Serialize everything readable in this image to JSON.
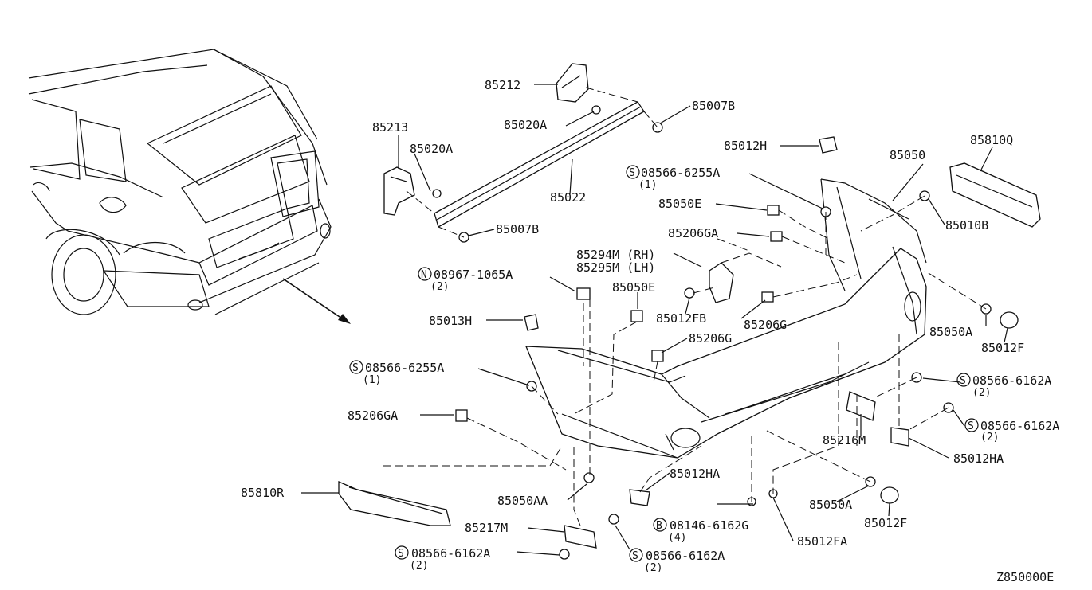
{
  "diagram_id": "Z850000E",
  "callouts": {
    "c85212": {
      "code": "85212"
    },
    "c85213": {
      "code": "85213"
    },
    "c85020A_top": {
      "code": "85020A"
    },
    "c85020A_left": {
      "code": "85020A"
    },
    "c85007B_top": {
      "code": "85007B"
    },
    "c85007B_bottom": {
      "code": "85007B"
    },
    "c85022": {
      "code": "85022"
    },
    "c85012H": {
      "code": "85012H"
    },
    "c85050": {
      "code": "85050"
    },
    "c85810Q": {
      "code": "85810Q"
    },
    "c08566_6255A_top": {
      "code": "08566-6255A",
      "prefix": "S",
      "qty": "(1)"
    },
    "c85050E_top": {
      "code": "85050E"
    },
    "c85206GA_top": {
      "code": "85206GA"
    },
    "c85010B": {
      "code": "85010B"
    },
    "c85294M": {
      "code": "85294M (RH)"
    },
    "c85295M": {
      "code": "85295M (LH)"
    },
    "c08967_1065A": {
      "code": "08967-1065A",
      "prefix": "N",
      "qty": "(2)"
    },
    "c85050E_mid": {
      "code": "85050E"
    },
    "c85012FB": {
      "code": "85012FB"
    },
    "c85206G_right": {
      "code": "85206G"
    },
    "c85013H": {
      "code": "85013H"
    },
    "c85206G_mid": {
      "code": "85206G"
    },
    "c85050A_right": {
      "code": "85050A"
    },
    "c85012F_right": {
      "code": "85012F"
    },
    "c08566_6255A_left": {
      "code": "08566-6255A",
      "prefix": "S",
      "qty": "(1)"
    },
    "c08566_6162A_r1": {
      "code": "08566-6162A",
      "prefix": "S",
      "qty": "(2)"
    },
    "c85206GA_left": {
      "code": "85206GA"
    },
    "c08566_6162A_r2": {
      "code": "08566-6162A",
      "prefix": "S",
      "qty": "(2)"
    },
    "c85216M": {
      "code": "85216M"
    },
    "c85012HA_right": {
      "code": "85012HA"
    },
    "c85810R": {
      "code": "85810R"
    },
    "c85012HA_mid": {
      "code": "85012HA"
    },
    "c85050AA": {
      "code": "85050AA"
    },
    "c85050A_low": {
      "code": "85050A"
    },
    "c85012F_low": {
      "code": "85012F"
    },
    "c85217M": {
      "code": "85217M"
    },
    "c08146_6162G": {
      "code": "08146-6162G",
      "prefix": "B",
      "qty": "(4)"
    },
    "c85012FA": {
      "code": "85012FA"
    },
    "c08566_6162A_bl": {
      "code": "08566-6162A",
      "prefix": "S",
      "qty": "(2)"
    },
    "c08566_6162A_bm": {
      "code": "08566-6162A",
      "prefix": "S",
      "qty": "(2)"
    }
  }
}
